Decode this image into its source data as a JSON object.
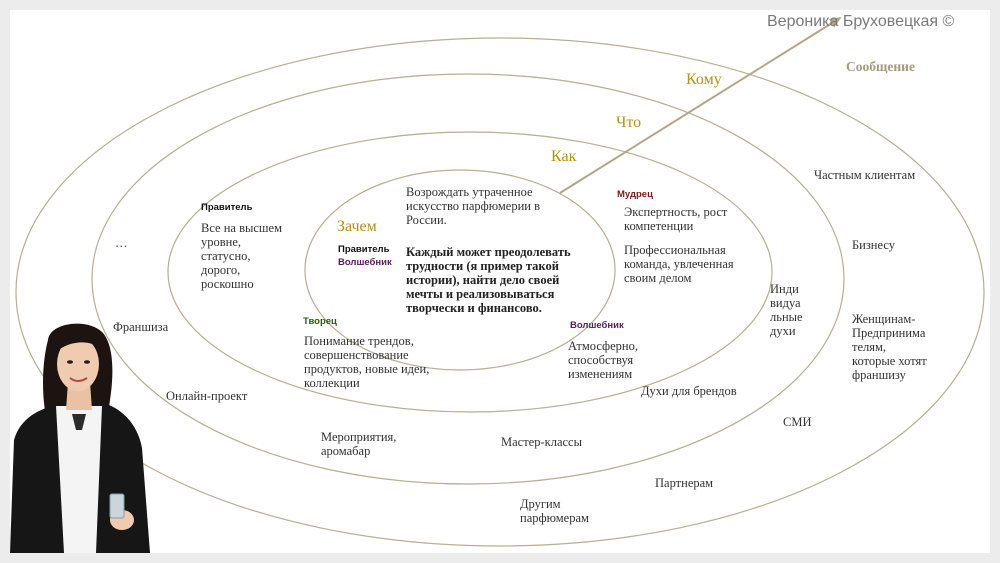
{
  "author": "Вероника Бруховецкая ©",
  "arrow_label": "Сообщение",
  "layers": {
    "why": "Зачем",
    "how": "Как",
    "what": "Что",
    "whom": "Кому"
  },
  "core": {
    "mission": [
      "Возрождать утраченное",
      "искусство парфюмерии в",
      "России."
    ],
    "message": [
      "Каждый может преодолевать",
      "трудности (я пример такой",
      "истории), найти дело своей",
      "мечты и реализовываться",
      "творчески и финансово."
    ],
    "archetype_ruler": "Правитель",
    "archetype_magician": "Волшебник"
  },
  "how_ring": {
    "ruler": {
      "tag": "Правитель",
      "text": [
        "Все на высшем",
        "уровне,",
        "статусно,",
        "дорого,",
        "роскошно"
      ]
    },
    "sage": {
      "tag": "Мудрец",
      "text1": [
        "Экспертность, рост",
        "компетенции"
      ],
      "text2": [
        "Профессиональная",
        "команда, увлеченная",
        "своим делом"
      ]
    },
    "creator": {
      "tag": "Творец",
      "text": [
        "Понимание трендов,",
        "совершенствование",
        "продуктов, новые идеи,",
        "коллекции"
      ]
    },
    "magician": {
      "tag": "Волшебник",
      "text": [
        "Атмосферно,",
        "способствуя",
        "изменениям"
      ]
    }
  },
  "what_ring": {
    "ellipsis": "…",
    "franchise": "Франшиза",
    "online": "Онлайн-проект",
    "events": [
      "Мероприятия,",
      "аромабар"
    ],
    "masterclasses": "Мастер-классы",
    "brand_perfume": "Духи для брендов",
    "individual": [
      "Инди",
      "видуа",
      "льные",
      "духи"
    ]
  },
  "whom_ring": {
    "private": "Частным клиентам",
    "business": "Бизнесу",
    "women": [
      "Женщинам-",
      "Предпринима",
      "телям,",
      "которые хотят",
      "франшизу"
    ],
    "media": "СМИ",
    "partners": "Партнерам",
    "perfumers": [
      "Другим",
      "парфюмерам"
    ]
  },
  "colors": {
    "layer_gold": "#b8900f",
    "ring_stroke": "#b9ad92",
    "arrow": "#b2a588",
    "sage": "#7a1818",
    "creator": "#2f5a10",
    "magician": "#5b1a66",
    "author_grey": "#7a7a7a"
  }
}
